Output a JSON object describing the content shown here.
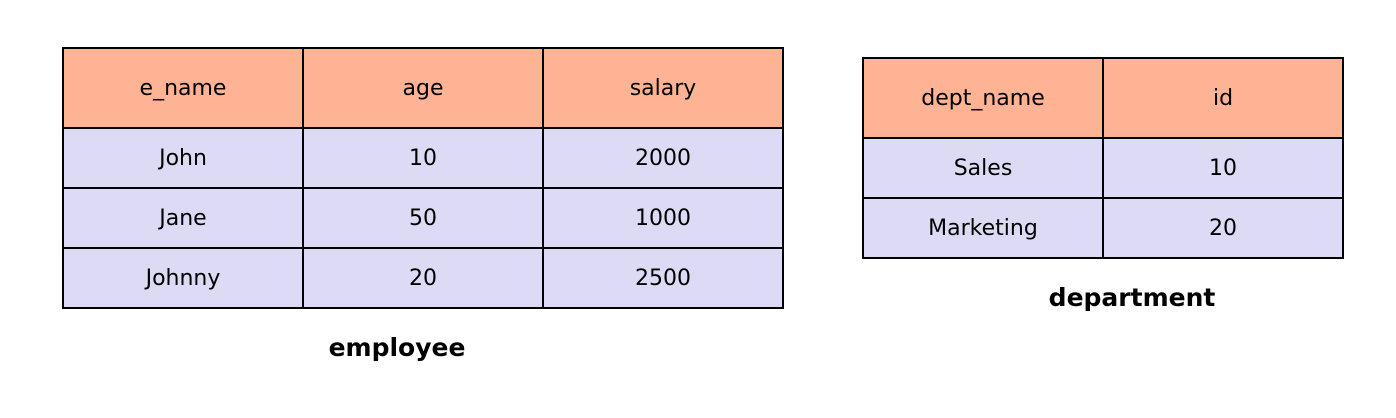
{
  "employee": {
    "caption": "employee",
    "headers": [
      "e_name",
      "age",
      "salary"
    ],
    "rows": [
      [
        "John",
        "10",
        "2000"
      ],
      [
        "Jane",
        "50",
        "1000"
      ],
      [
        "Johnny",
        "20",
        "2500"
      ]
    ]
  },
  "department": {
    "caption": "department",
    "headers": [
      "dept_name",
      "id"
    ],
    "rows": [
      [
        "Sales",
        "10"
      ],
      [
        "Marketing",
        "20"
      ]
    ]
  },
  "colors": {
    "header_fill": "#FFB395",
    "row_fill": "#DDDAF5",
    "border": "#000000"
  }
}
